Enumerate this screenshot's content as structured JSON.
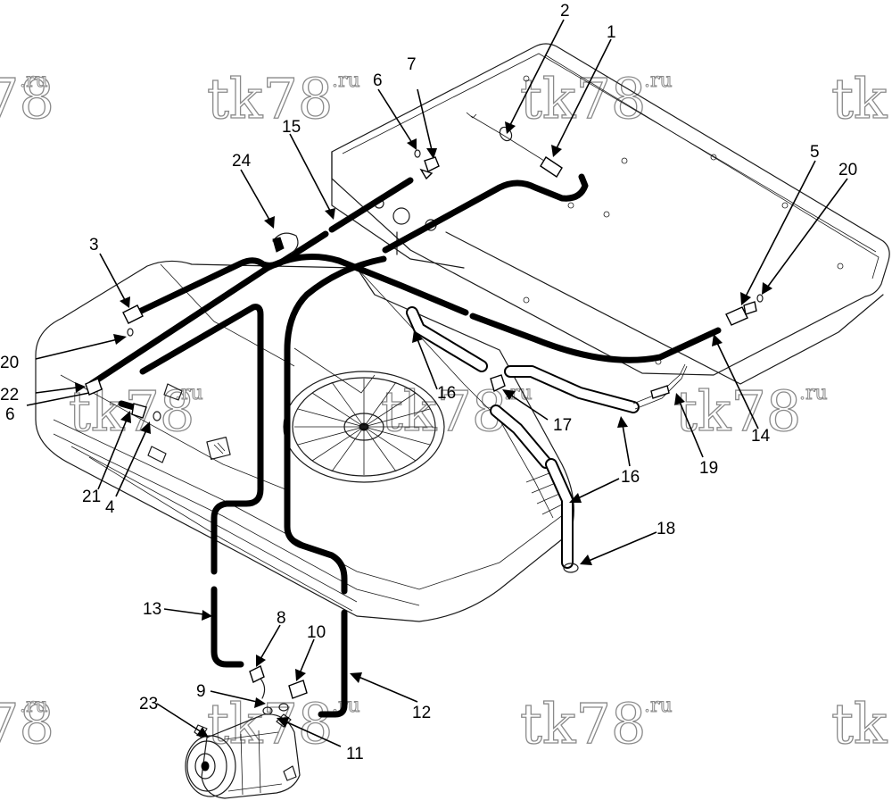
{
  "figure": {
    "kind": "exploded parts diagram",
    "subject": "roof-mounted air conditioning unit with refrigerant hoses and compressor"
  },
  "callouts": {
    "c1": "1",
    "c2": "2",
    "c3": "3",
    "c4": "4",
    "c5": "5",
    "c6a": "6",
    "c6b": "6",
    "c7": "7",
    "c8": "8",
    "c9": "9",
    "c10": "10",
    "c11": "11",
    "c12": "12",
    "c13": "13",
    "c14": "14",
    "c15": "15",
    "c16a": "16",
    "c16b": "16",
    "c17": "17",
    "c18": "18",
    "c19": "19",
    "c20a": "20",
    "c20b": "20",
    "c21": "21",
    "c22": "22",
    "c23": "23",
    "c24": "24"
  },
  "watermark": {
    "main": "tk78",
    "suffix": ".ru",
    "partial_main": "78",
    "partial_left": "tk"
  },
  "colors": {
    "lines": "#000000",
    "watermark_outline": "#8a8a8a",
    "background": "#ffffff"
  }
}
